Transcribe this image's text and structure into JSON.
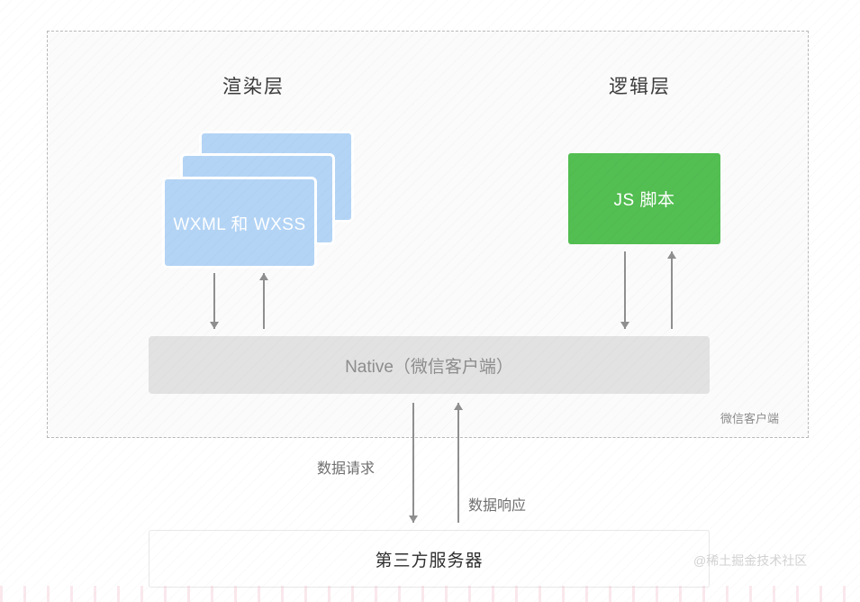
{
  "diagram": {
    "client_container": {
      "tag_label": "微信客户端"
    },
    "layers": [
      {
        "id": "render",
        "title": "渲染层"
      },
      {
        "id": "logic",
        "title": "逻辑层"
      }
    ],
    "render_layer": {
      "card_label": "WXML 和 WXSS",
      "card_count": 3,
      "card_color": "#b3d4f5"
    },
    "logic_layer": {
      "box_label": "JS 脚本",
      "box_color": "#53be52"
    },
    "native": {
      "label": "Native（微信客户端）",
      "color": "#e2e2e2"
    },
    "server": {
      "label": "第三方服务器"
    },
    "flows": [
      {
        "id": "request",
        "label": "数据请求",
        "direction": "down"
      },
      {
        "id": "response",
        "label": "数据响应",
        "direction": "up"
      }
    ],
    "watermark": "@稀土掘金技术社区"
  }
}
